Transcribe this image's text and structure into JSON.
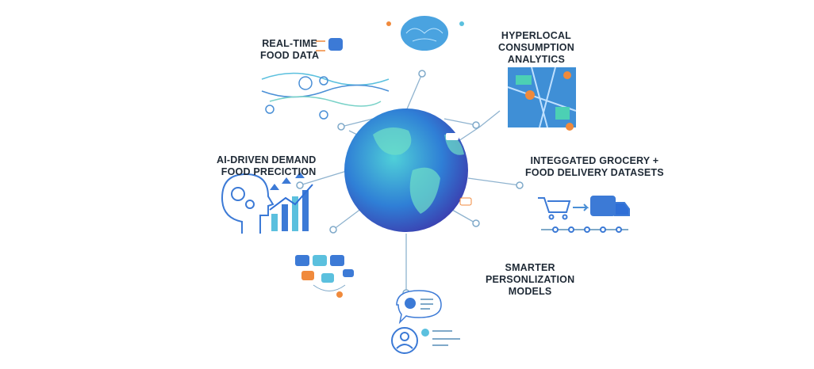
{
  "labels": {
    "real_time": [
      "REAL-TIME",
      "FOOD DATA"
    ],
    "hyperlocal": [
      "HYPERLOCAL",
      "CONSUMPTION",
      "ANALYTICS"
    ],
    "ai_demand": [
      "AI-DRIVEN DEMAND",
      "FOOD PRECICTION"
    ],
    "integrated": [
      "INTEGGATED GROCERY +",
      "FOOD DELIVERY DATASETS"
    ],
    "personalization": [
      "SMARTER",
      "PERSONLIZATION",
      "MODELS"
    ]
  },
  "colors": {
    "primary": "#2f6fd6",
    "teal": "#2bb3b1",
    "accent": "#f08a3c",
    "line": "#7fa9c9",
    "text": "#1f2a36"
  },
  "icons": [
    "brain-icon",
    "clock-icon",
    "map-icon",
    "location-pin-icon",
    "head-gears-icon",
    "bar-chart-icon",
    "shopping-cart-icon",
    "delivery-truck-icon",
    "chat-bubbles-icon",
    "user-avatar-icon",
    "globe-icon"
  ]
}
